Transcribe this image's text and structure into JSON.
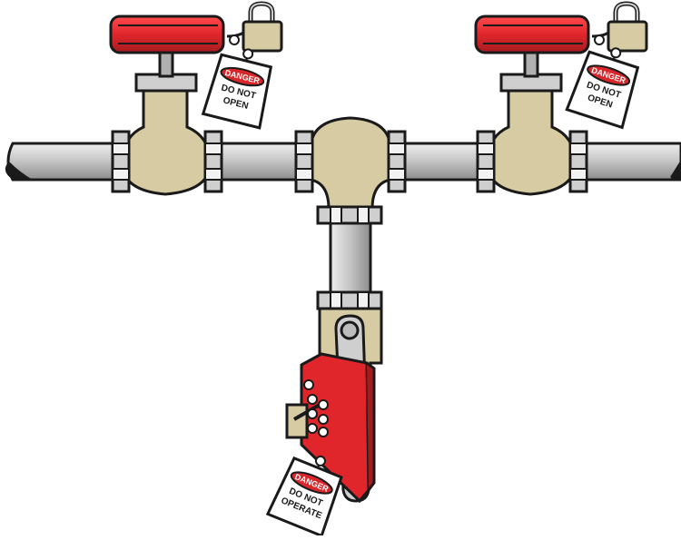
{
  "colors": {
    "pipe_light": "#d9d9d9",
    "pipe_mid": "#b0b0b0",
    "pipe_dark": "#8a8a8a",
    "valve_body": "#d6cba2",
    "handwheel": "#e8262b",
    "handwheel_dark": "#9e1b1f",
    "lockout_red": "#e0262b",
    "padlock_body": "#d6cba2",
    "outline": "#1a1a1a",
    "tag_white": "#ffffff",
    "danger_red": "#d8262b"
  },
  "tags": [
    {
      "id": "left",
      "danger": "DANGER",
      "line1": "DO NOT",
      "line2": "OPEN"
    },
    {
      "id": "right",
      "danger": "DANGER",
      "line1": "DO NOT",
      "line2": "OPEN"
    },
    {
      "id": "bottom",
      "danger": "DANGER",
      "line1": "DO NOT",
      "line2": "OPERATE"
    }
  ]
}
